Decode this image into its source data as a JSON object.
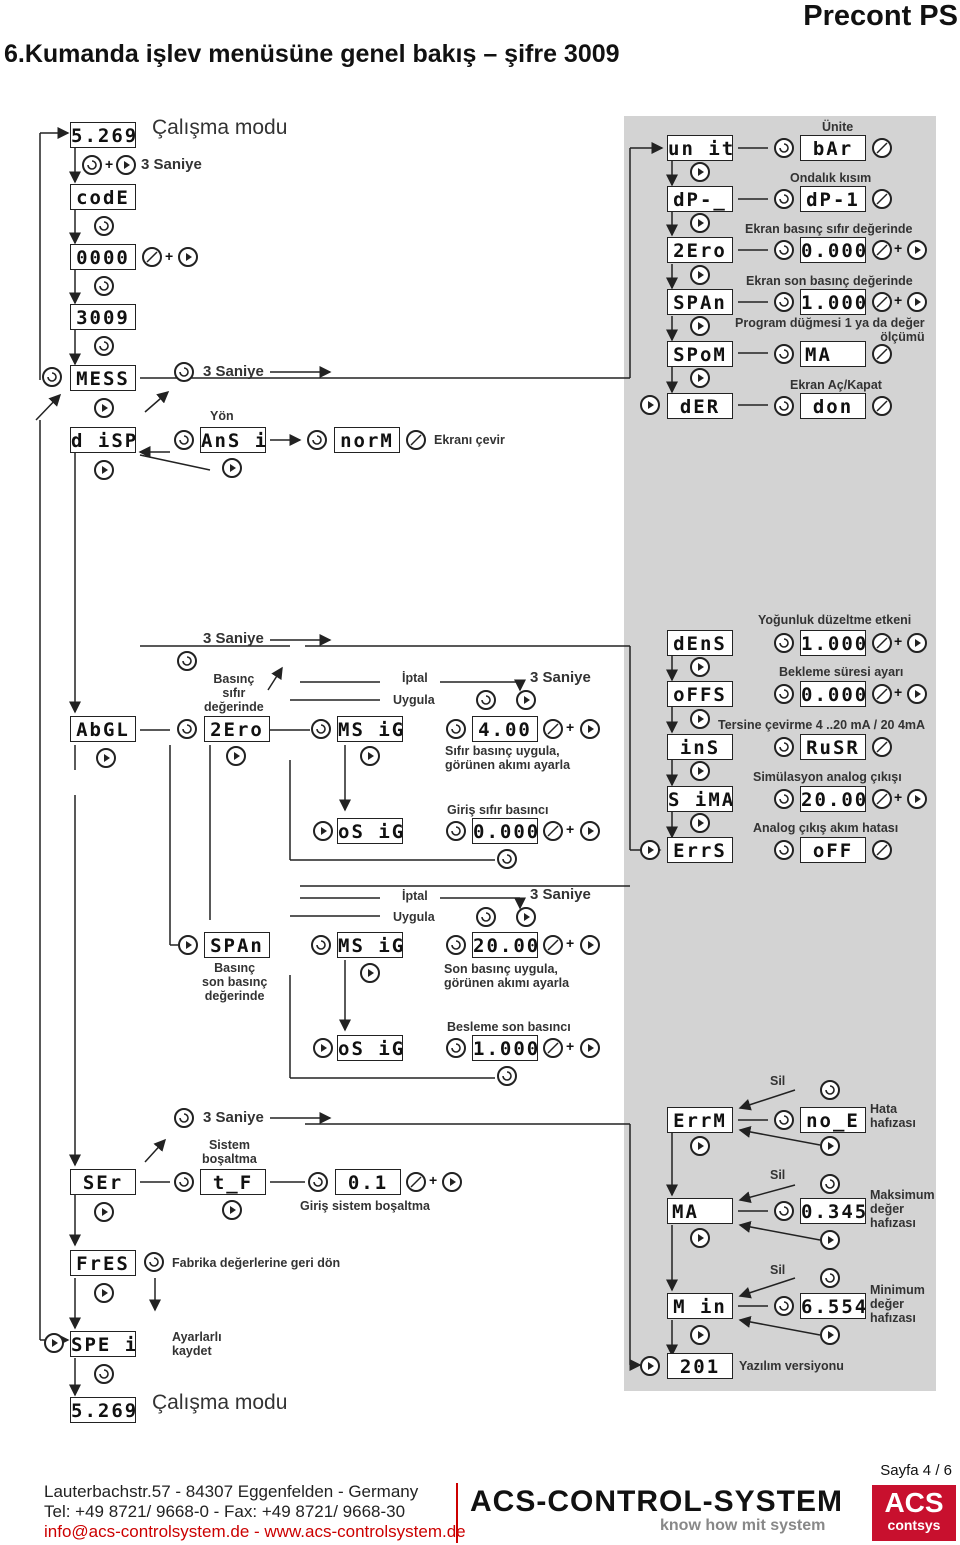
{
  "header": {
    "title": "6.Kumanda işlev menüsüne genel bakış – şifre 3009",
    "brand": "Precont PS"
  },
  "left": {
    "mode_top": "5.269",
    "mode_label": "Çalışma modu",
    "three_sec": "3 Saniye",
    "code": "codE",
    "zeros": "0000",
    "pin": "3009",
    "mess": "MESS",
    "three_sec_b": "3 Saniye",
    "yon": "Yön",
    "disp": "d iSP",
    "ans": "AnS i",
    "norm": "norM",
    "ekran_cevir": "Ekranı çevir",
    "three_sec_c": "3 Saniye",
    "basinc_sifir": "Basınç\nsıfır\ndeğerinde",
    "iptal1": "İptal",
    "uygula1": "Uygula",
    "three_sec_d": "3 Saniye",
    "abgl": "AbGL",
    "zero": "2Ero",
    "msig1": "MS iG",
    "val_400": "4.00",
    "sifir_uygula": "Sıfır basınç uygula,\ngörünen akımı ayarla",
    "giris_sifir": "Giriş sıfır basıncı",
    "osig1": "oS iG",
    "val_0000": "0.000",
    "iptal2": "İptal",
    "uygula2": "Uygula",
    "three_sec_e": "3 Saniye",
    "span": "SPAn",
    "msig2": "MS iG",
    "val_2000": "20.00",
    "basinc_son": "Basınç\nson basınç\ndeğerinde",
    "son_uygula": "Son basınç uygula,\ngörünen akımı ayarla",
    "besleme": "Besleme son basıncı",
    "osig2": "oS iG",
    "val_1000": "1.000",
    "three_sec_f": "3 Saniye",
    "sistem_bosaltma": "Sistem\nboşaltma",
    "ser": "SEr",
    "tf": "t_F",
    "val_01": "0.1",
    "giris_sistem": "Giriş sistem boşaltma",
    "fres": "FrES",
    "fabrika": "Fabrika değerlerine geri dön",
    "spei": "SPE i",
    "ayarlari": "Ayarlarlı\nkaydet",
    "mode_bottom": "5.269",
    "mode_label_bottom": "Çalışma modu"
  },
  "right": {
    "unit": "un it",
    "unite": "Ünite",
    "bar": "bAr",
    "dp": "dP-_",
    "ondalik": "Ondalık kısım",
    "dp1": "dP-1",
    "zero_r": "2Ero",
    "ekran_sifir": "Ekran basınç sıfır değerinde",
    "v0000": "0.000",
    "span_r": "SPAn",
    "ekran_son": "Ekran son basınç değerinde",
    "v1000": "1.000",
    "spom": "SPoM",
    "program": "Program düğmesi 1 ya da değer\nölçümü",
    "ma": "MA",
    "der": "dER",
    "ekran_ac": "Ekran Aç/Kapat",
    "don": "don",
    "dens": "dEnS",
    "yogunluk": "Yoğunluk düzeltme etkeni",
    "v1000b": "1.000",
    "offs": "oFFS",
    "bekleme": "Bekleme süresi ayarı",
    "v0000b": "0.000",
    "ins": "inS",
    "tersine": "Tersine çevirme 4 ..20 mA / 20 4mA",
    "rusr": "RuSR",
    "sima": "S iMA",
    "simulasyon": "Simülasyon analog çıkışı",
    "v2000": "20.00",
    "errs": "ErrS",
    "analog_hata": "Analog çıkış akım hatası",
    "off": "oFF",
    "errm": "ErrM",
    "sil1": "Sil",
    "noe": "no_E",
    "hata": "Hata\nhafızası",
    "ma2": "MA",
    "sil2": "Sil",
    "v0345": "0.345",
    "maks": "Maksimum\ndeğer\nhafızası",
    "min": "M in",
    "sil3": "Sil",
    "v6554": "6.554",
    "minimum": "Minimum\ndeğer\nhafızası",
    "ver": "201",
    "yazilim": "Yazılım versiyonu"
  },
  "footer": {
    "address": "Lauterbachstr.57 - 84307 Eggenfelden - Germany",
    "phone": "Tel: +49 8721/ 9668-0 - Fax: +49 8721/ 9668-30",
    "email": "info@acs-controlsystem.de - www.acs-controlsystem.de",
    "company": "ACS-CONTROL-SYSTEM",
    "slogan": "know how mit system",
    "logo_top": "ACS",
    "logo_bottom": "contsys",
    "page": "Sayfa 4 / 6"
  }
}
